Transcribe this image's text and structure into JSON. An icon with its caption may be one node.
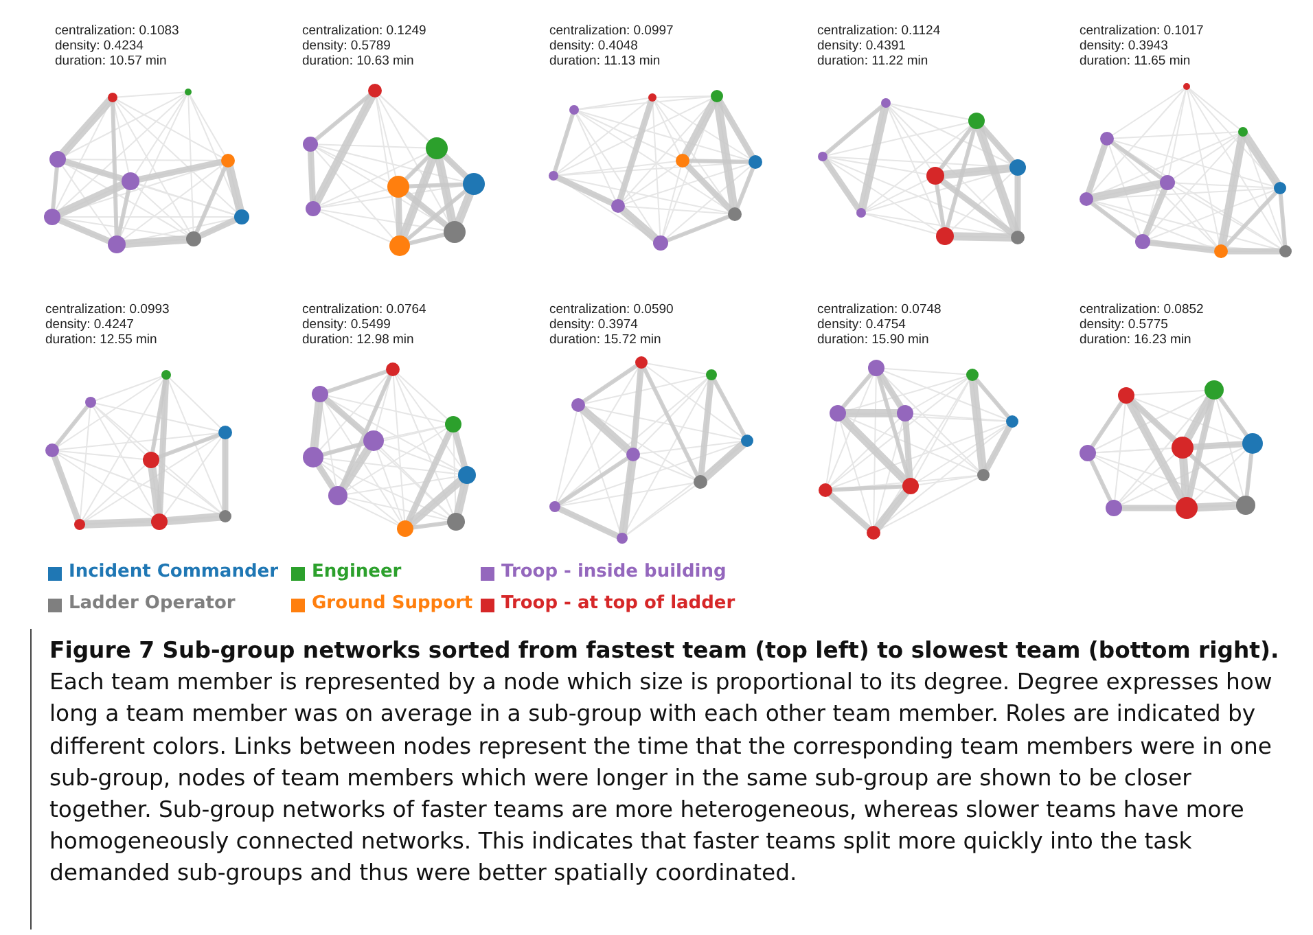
{
  "diagram": {
    "caption": "**Figure 7 Sub-group networks sorted from fastest team (top left) to slowest team (bottom right).** Each team member is represented by a node which size is proportional to its degree. Degree expresses how long a team member was on average in a sub-group with each other team member. Roles are indicated by different colors. Links between nodes represent the time that the corresponding team members were in one sub-group, nodes of team members which were longer in the same sub-group are shown to be closer together. Sub-group networks of faster teams are more heterogeneous, whereas slower teams have more homogeneously connected networks. This indicates that faster teams split more quickly into the task demanded sub-groups and thus were better spatially coordinated.",
    "labels": [
      "centralization: 0.1083",
      "density: 0.4234",
      "duration: 10.57 min",
      "centralization: 0.1249",
      "density: 0.5789",
      "duration: 10.63 min",
      "centralization: 0.0997",
      "density: 0.4048",
      "duration: 11.13 min",
      "centralization: 0.1124",
      "density: 0.4391",
      "duration: 11.22 min",
      "centralization: 0.1017",
      "density: 0.3943",
      "duration: 11.65 min",
      "centralization: 0.0993",
      "density: 0.4247",
      "duration: 12.55 min",
      "centralization: 0.0764",
      "density: 0.5499",
      "duration: 12.98 min",
      "centralization: 0.0590",
      "density: 0.3974",
      "duration: 15.72 min",
      "centralization: 0.0748",
      "density: 0.4754",
      "duration: 15.90 min",
      "centralization: 0.0852",
      "density: 0.5775",
      "duration: 16.23 min"
    ],
    "legend": [
      {
        "text": "Incident Commander",
        "color": "#1f77b4"
      },
      {
        "text": "Engineer",
        "color": "#2ca02c"
      },
      {
        "text": "Troop - inside building",
        "color": "#9467bd"
      },
      {
        "text": "Ladder Operator",
        "color": "#7f7f7f"
      },
      {
        "text": "Ground Support",
        "color": "#ff7f0e"
      },
      {
        "text": "Troop - at top of ladder",
        "color": "#d62728"
      }
    ]
  }
}
